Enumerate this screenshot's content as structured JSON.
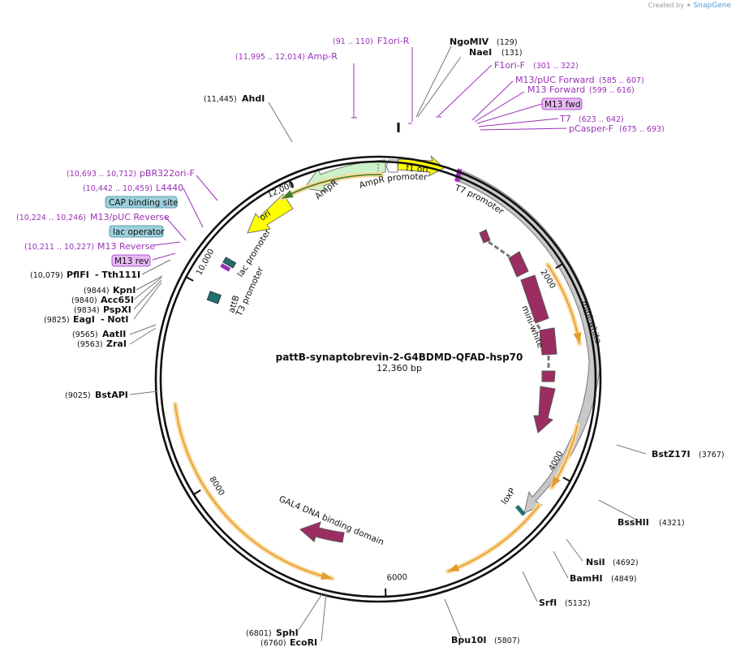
{
  "watermark": {
    "prefix": "Created by",
    "brand": "SnapGene"
  },
  "plasmid": {
    "name": "pattB-synaptobrevin-2-G4BDMD-QFAD-hsp70",
    "length_label": "12,360 bp",
    "length": 12360
  },
  "ticks": [
    "12,000",
    "2000",
    "4000",
    "6000",
    "8000",
    "10,000"
  ],
  "enzymes": [
    {
      "name": "NgoMIV",
      "pos": "(129)"
    },
    {
      "name": "NaeI",
      "pos": "(131)"
    },
    {
      "name": "AhdI",
      "pos": "(11,445)"
    },
    {
      "name": "PflFI",
      "pos": "(10,079)",
      "extra": "- Tth111I"
    },
    {
      "name": "KpnI",
      "pos": "(9844)"
    },
    {
      "name": "Acc65I",
      "pos": "(9840)"
    },
    {
      "name": "PspXI",
      "pos": "(9834)"
    },
    {
      "name": "EagI",
      "pos": "(9825)",
      "extra": "- NotI"
    },
    {
      "name": "AatII",
      "pos": "(9565)"
    },
    {
      "name": "ZraI",
      "pos": "(9563)"
    },
    {
      "name": "BstAPI",
      "pos": "(9025)"
    },
    {
      "name": "BstZ17I",
      "pos": "(3767)"
    },
    {
      "name": "BssHII",
      "pos": "(4321)"
    },
    {
      "name": "NsiI",
      "pos": "(4692)"
    },
    {
      "name": "BamHI",
      "pos": "(4849)"
    },
    {
      "name": "SrfI",
      "pos": "(5132)"
    },
    {
      "name": "Bpu10I",
      "pos": "(5807)"
    },
    {
      "name": "SphI",
      "pos": "(6801)"
    },
    {
      "name": "EcoRI",
      "pos": "(6760)"
    }
  ],
  "primers": [
    {
      "name": "F1ori-R",
      "range": "(91 .. 110)"
    },
    {
      "name": "Amp-R",
      "range": "(11,995 .. 12,014)"
    },
    {
      "name": "F1ori-F",
      "range": "(301 .. 322)"
    },
    {
      "name": "M13/pUC Forward",
      "range": "(585 .. 607)"
    },
    {
      "name": "M13 Forward",
      "range": "(599 .. 616)"
    },
    {
      "name": "M13 fwd",
      "range": ""
    },
    {
      "name": "T7",
      "range": "(623 .. 642)"
    },
    {
      "name": "pCasper-F",
      "range": "(675 .. 693)"
    },
    {
      "name": "pBR322ori-F",
      "range": "(10,693 .. 10,712)"
    },
    {
      "name": "L4440",
      "range": "(10,442 .. 10,459)"
    },
    {
      "name": "M13/pUC Reverse",
      "range": "(10,224 .. 10,246)"
    },
    {
      "name": "M13 Reverse",
      "range": "(10,211 .. 10,227)"
    },
    {
      "name": "M13 rev",
      "range": ""
    }
  ],
  "boxed_features": {
    "cap": "CAP binding site",
    "lac_operator": "lac operator"
  },
  "features": {
    "f1ori": "f1 ori",
    "ampr": "AmpR",
    "ampr_promoter": "AmpR promoter",
    "ori": "ori",
    "t7_promoter": "T7 promoter",
    "lac_promoter": "lac promoter",
    "t3_promoter": "T3 promoter",
    "attb": "attB",
    "mini_white_outer": "mini-white",
    "mini_white_inner": "mini-white",
    "loxp": "loxP",
    "gal4": "GAL4 DNA binding domain"
  },
  "colors": {
    "backbone": "#111111",
    "primer": "#9b30b7",
    "f1ori": "#ffff00",
    "ori": "#ffff00",
    "ampr": "#ccf2c9",
    "ampr_promoter": "#ffffff",
    "mini_white_cds": "#9c2d62",
    "mini_white_gene": "#c8c8c8",
    "loxp": "#1e7272",
    "attb": "#1e7272",
    "orf_fill": "#fad99b",
    "orf_stroke": "#e49a2c",
    "ampr_orf": "#3c7a2a",
    "box_blue": "#9ed0dc",
    "box_purple": "#e8b8f5"
  }
}
